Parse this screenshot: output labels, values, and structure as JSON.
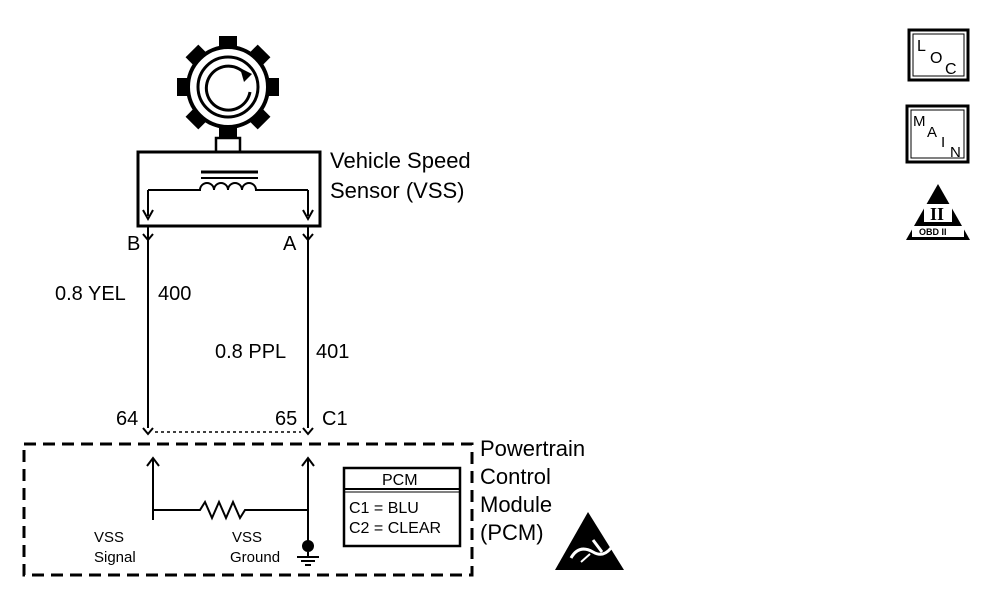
{
  "sensor": {
    "name_line1": "Vehicle Speed",
    "name_line2": "Sensor (VSS)",
    "terminal_b": "B",
    "terminal_a": "A"
  },
  "wires": {
    "left_gauge": "0.8 YEL",
    "left_circuit": "400",
    "right_gauge": "0.8 PPL",
    "right_circuit": "401"
  },
  "pcm_pins": {
    "pin_left": "64",
    "pin_right": "65",
    "connector": "C1"
  },
  "pcm": {
    "name_line1": "Powertrain",
    "name_line2": "Control",
    "name_line3": "Module",
    "name_line4": "(PCM)",
    "signal_line1": "VSS",
    "signal_line2": "Signal",
    "ground_line1": "VSS",
    "ground_line2": "Ground"
  },
  "legend": {
    "title": "PCM",
    "row1": "C1 = BLU",
    "row2": "C2 = CLEAR"
  },
  "icons": {
    "loc_l": "L",
    "loc_o": "O",
    "loc_c": "C",
    "main_m": "M",
    "main_a": "A",
    "main_i": "I",
    "main_n": "N",
    "obd_numeral": "II",
    "obd_text": "OBD II"
  }
}
